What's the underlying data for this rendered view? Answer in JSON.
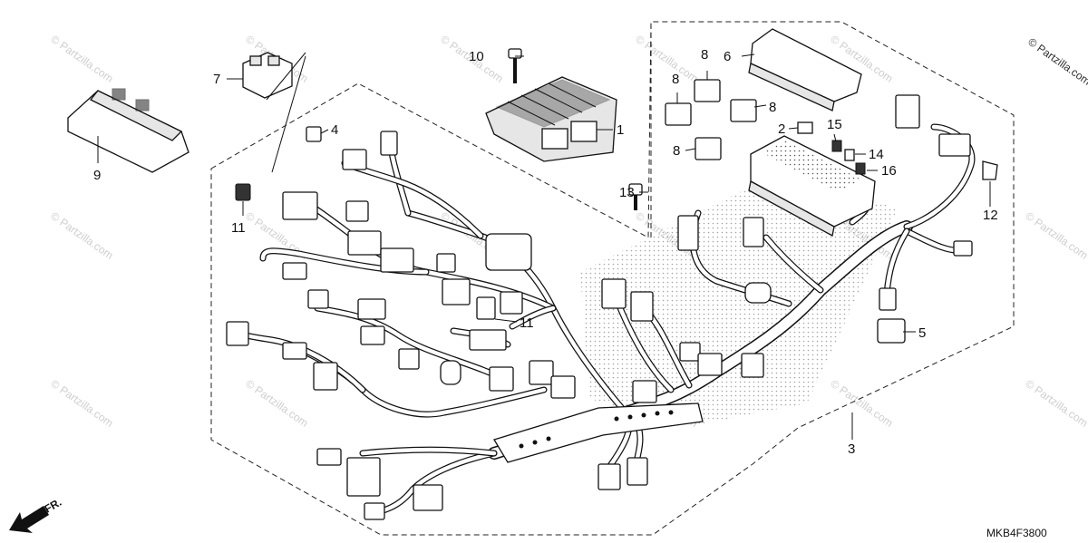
{
  "diagram_code": "MKB4F3800",
  "copyright": "© Partzilla.com",
  "watermark": "© Partzilla.com",
  "front_indicator": "FR.",
  "callouts": [
    {
      "id": "c1",
      "text": "1"
    },
    {
      "id": "c2",
      "text": "2"
    },
    {
      "id": "c3",
      "text": "3"
    },
    {
      "id": "c4",
      "text": "4"
    },
    {
      "id": "c5",
      "text": "5"
    },
    {
      "id": "c6",
      "text": "6"
    },
    {
      "id": "c7",
      "text": "7"
    },
    {
      "id": "c8a",
      "text": "8"
    },
    {
      "id": "c8b",
      "text": "8"
    },
    {
      "id": "c8c",
      "text": "8"
    },
    {
      "id": "c8d",
      "text": "8"
    },
    {
      "id": "c9",
      "text": "9"
    },
    {
      "id": "c10",
      "text": "10"
    },
    {
      "id": "c11a",
      "text": "11"
    },
    {
      "id": "c11b",
      "text": "11"
    },
    {
      "id": "c12",
      "text": "12"
    },
    {
      "id": "c13",
      "text": "13"
    },
    {
      "id": "c14",
      "text": "14"
    },
    {
      "id": "c15",
      "text": "15"
    },
    {
      "id": "c16",
      "text": "16"
    }
  ]
}
